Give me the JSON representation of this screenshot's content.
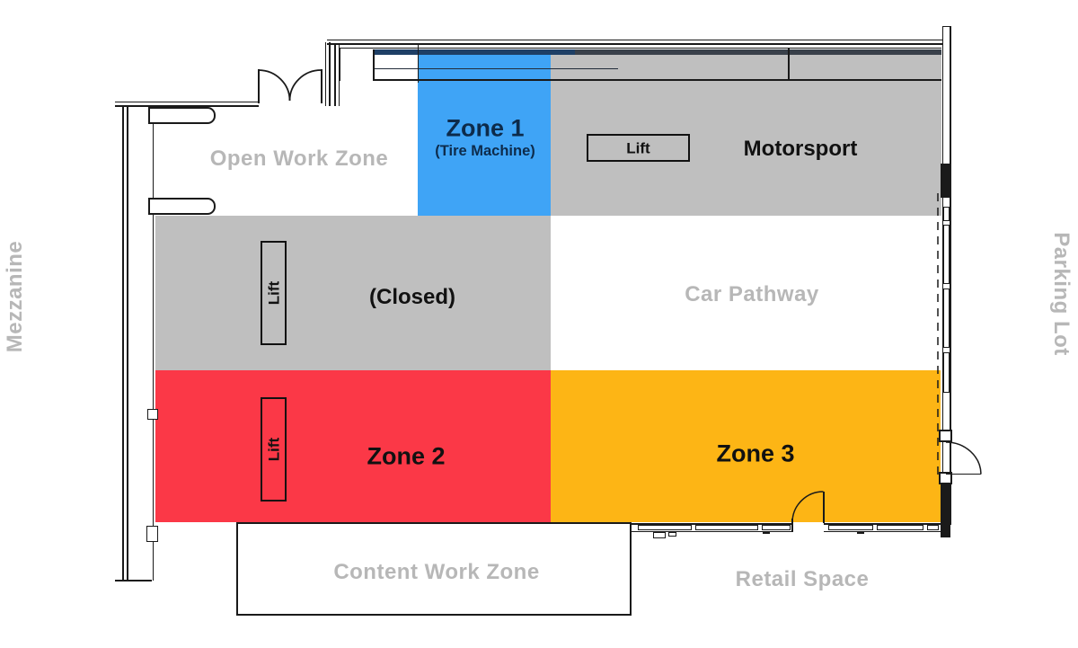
{
  "diagram_type": "floor-plan",
  "colors": {
    "zone1_blue": "#3FA4F6",
    "zone2_red": "#FB3847",
    "zone3_orange": "#FDB515",
    "zone_gray": "#BFBFBF",
    "label_gray": "#B7B7B7",
    "navy_text": "#0D2B4B",
    "wall": "#1A1A1A",
    "band_dark": "#39404A",
    "band_navy": "#1E3F66"
  },
  "zones": {
    "open_work": {
      "label": "Open Work Zone"
    },
    "zone1": {
      "label": "Zone 1",
      "sublabel": "(Tire Machine)"
    },
    "motorsport": {
      "label": "Motorsport"
    },
    "closed": {
      "label": "(Closed)"
    },
    "car_pathway": {
      "label": "Car Pathway"
    },
    "zone2": {
      "label": "Zone 2"
    },
    "zone3": {
      "label": "Zone 3"
    },
    "content_work": {
      "label": "Content Work Zone"
    },
    "retail": {
      "label": "Retail Space"
    }
  },
  "exterior": {
    "left_label": "Mezzanine",
    "right_label": "Parking Lot"
  },
  "lifts": {
    "motorsport": "Lift",
    "closed": "Lift",
    "zone2": "Lift"
  }
}
